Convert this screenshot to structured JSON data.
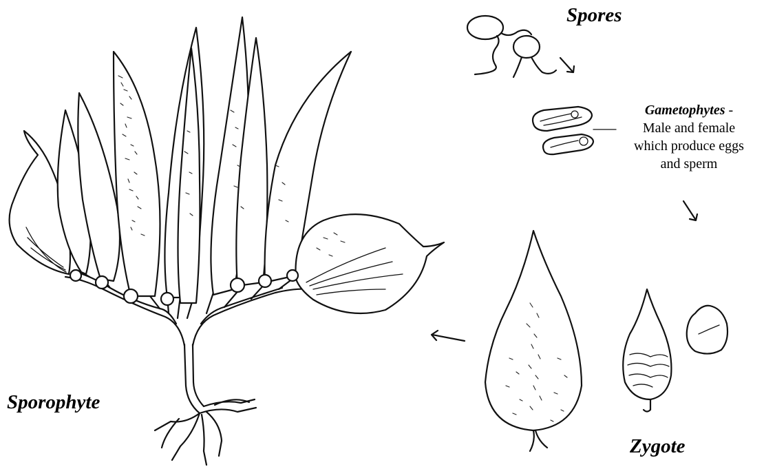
{
  "labels": {
    "spores": "Spores",
    "gametophytes_title": "Gametophytes",
    "gametophytes_dash": " -",
    "gametophytes_line1": "Male and female",
    "gametophytes_line2": "which produce eggs",
    "gametophytes_line3": "and sperm",
    "zygote": "Zygote",
    "sporophyte": "Sporophyte"
  },
  "colors": {
    "ink": "#111111",
    "background": "#ffffff"
  }
}
